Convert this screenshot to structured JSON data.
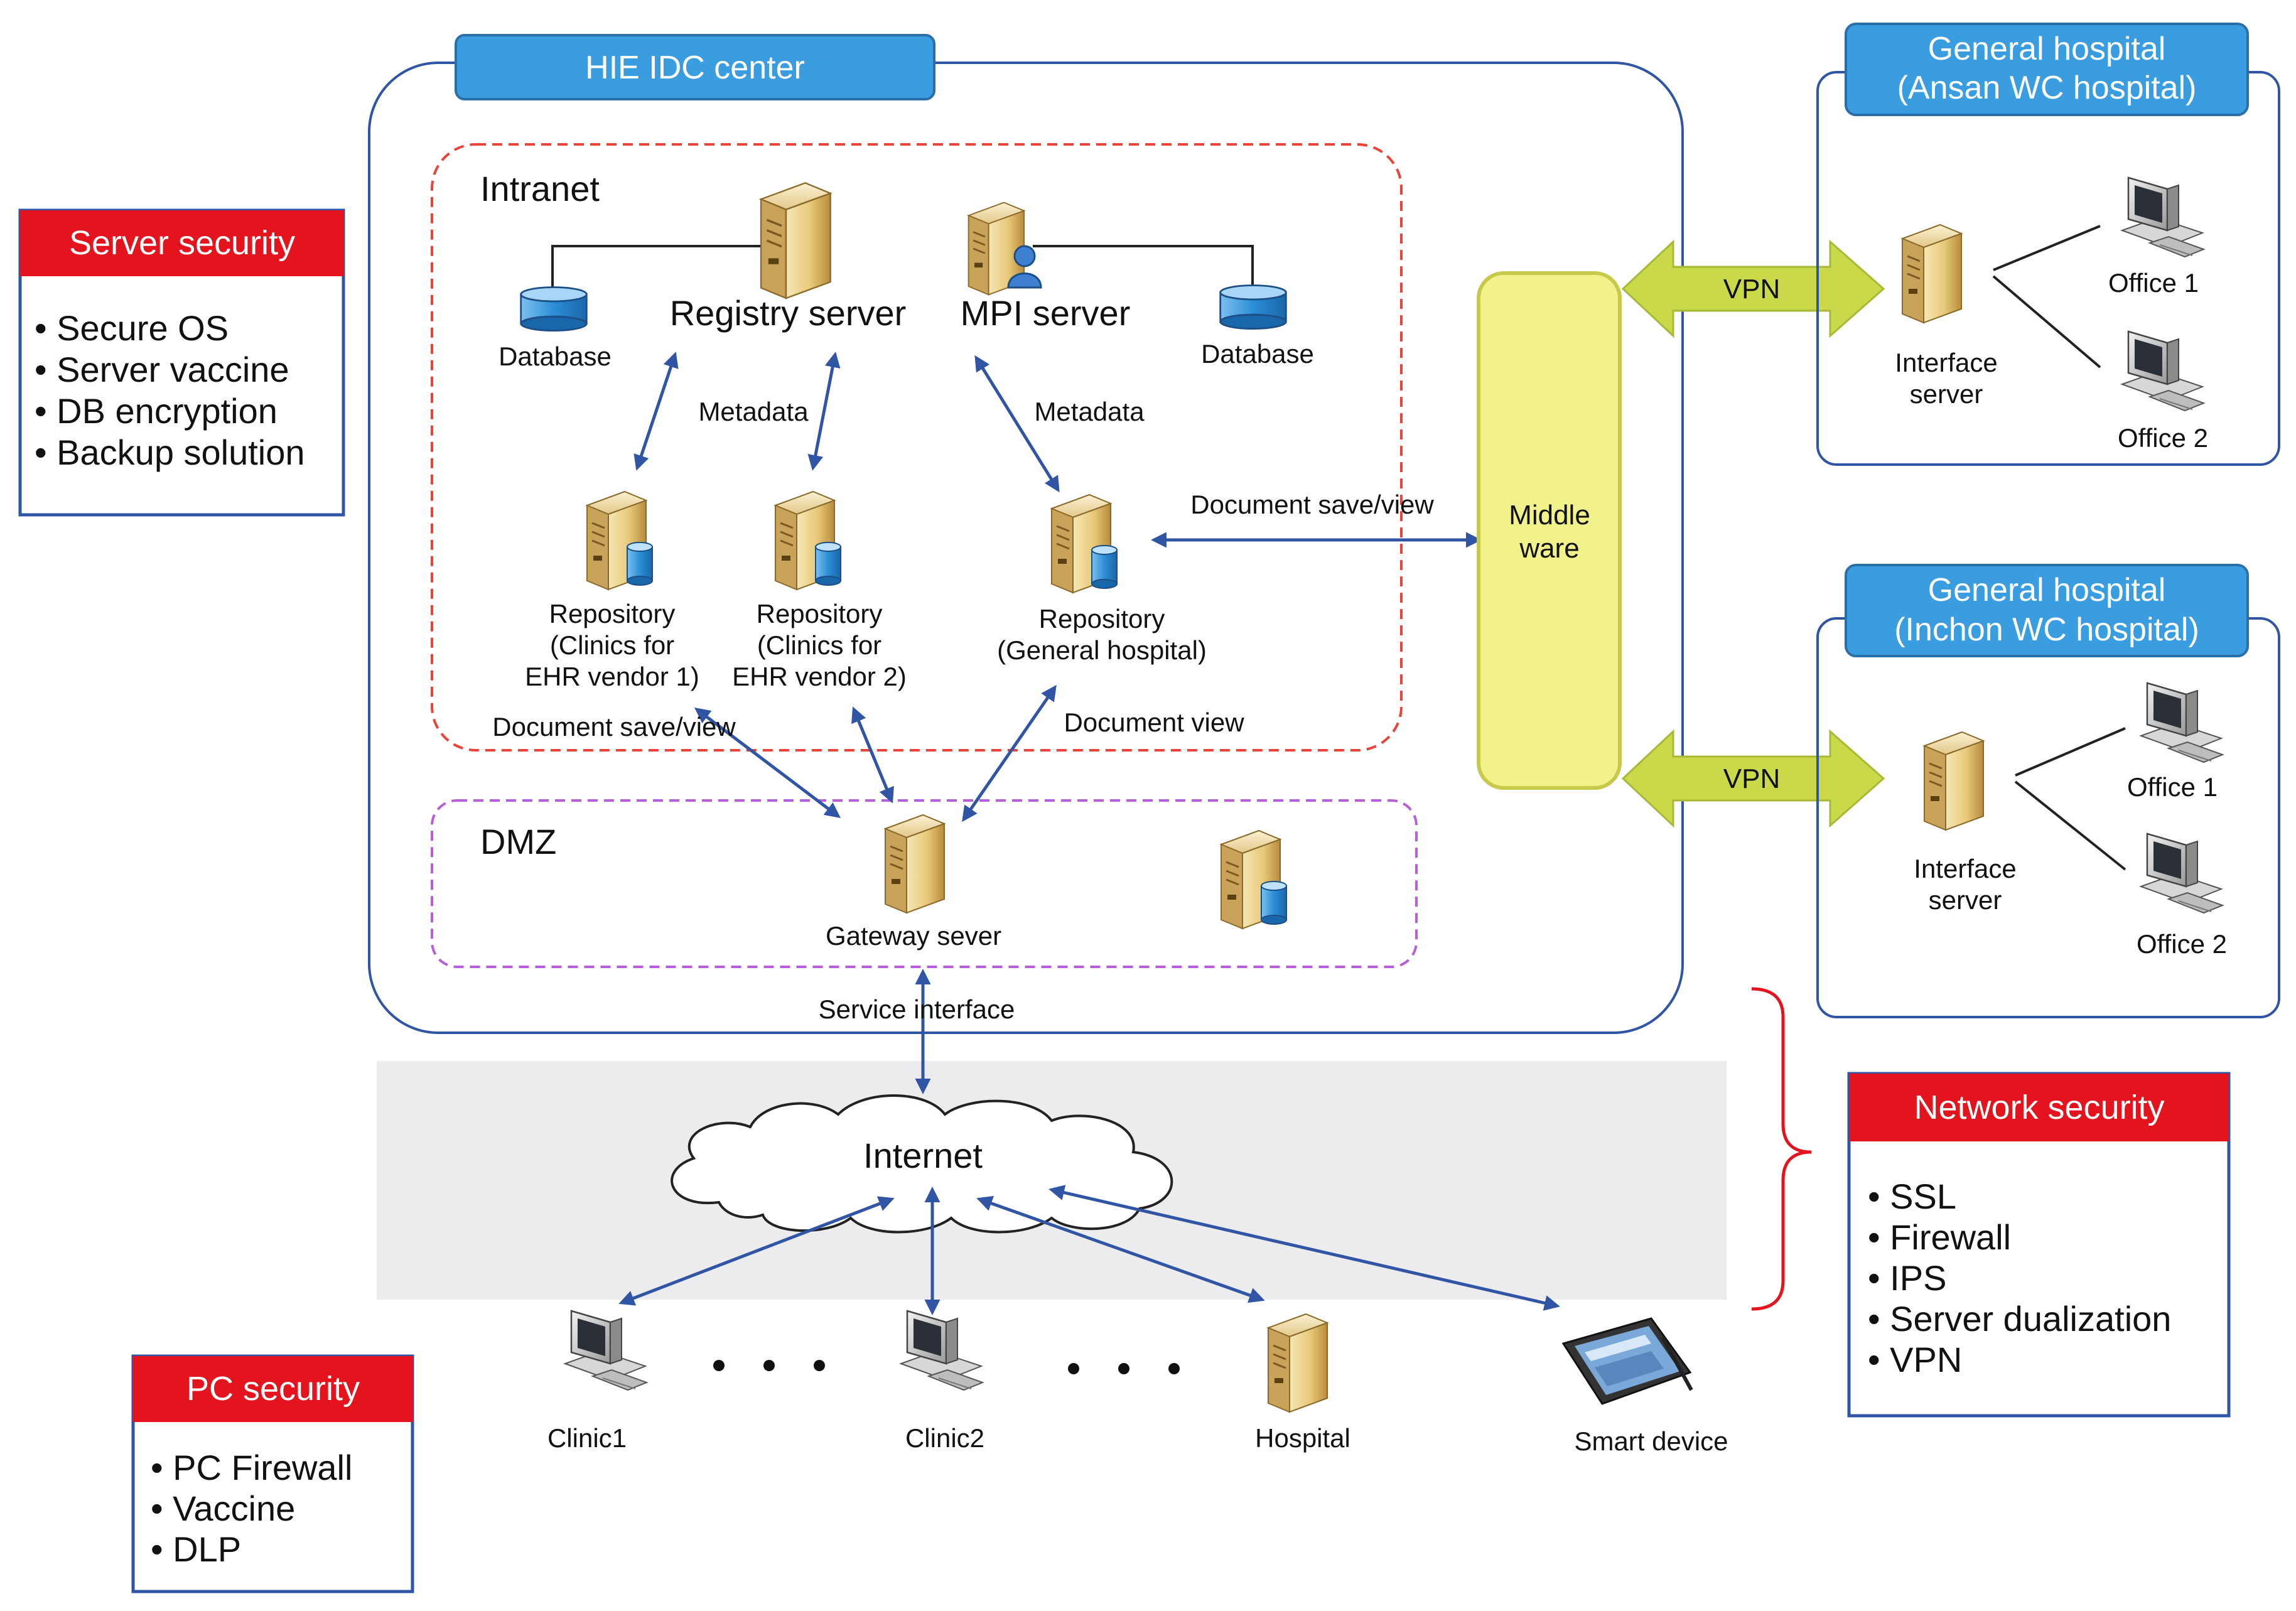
{
  "hie": {
    "title": "HIE IDC center",
    "intranet_label": "Intranet",
    "dmz_label": "DMZ",
    "database_left": "Database",
    "database_right": "Database",
    "registry_server": "Registry server",
    "mpi_server": "MPI server",
    "metadata_1": "Metadata",
    "metadata_2": "Metadata",
    "repo1_line1": "Repository",
    "repo1_line2": "(Clinics for",
    "repo1_line3": "EHR vendor 1)",
    "repo2_line1": "Repository",
    "repo2_line2": "(Clinics for",
    "repo2_line3": "EHR vendor 2)",
    "repo3_line1": "Repository",
    "repo3_line2": "(General hospital)",
    "doc_save_view_left": "Document save/view",
    "doc_view": "Document view",
    "doc_save_view_right": "Document save/view",
    "gateway": "Gateway sever",
    "service_interface": "Service interface"
  },
  "middleware": {
    "line1": "Middle",
    "line2": "ware"
  },
  "vpn": {
    "top": "VPN",
    "bottom": "VPN"
  },
  "hospital_ansan": {
    "title_line1": "General hospital",
    "title_line2": "(Ansan WC hospital)",
    "server_line1": "Interface",
    "server_line2": "server",
    "office1": "Office 1",
    "office2": "Office 2"
  },
  "hospital_inchon": {
    "title_line1": "General hospital",
    "title_line2": "(Inchon WC hospital)",
    "server_line1": "Interface",
    "server_line2": "server",
    "office1": "Office 1",
    "office2": "Office 2"
  },
  "internet": {
    "label": "Internet"
  },
  "clients": {
    "clinic1": "Clinic1",
    "clinic2": "Clinic2",
    "hospital": "Hospital",
    "smart_device": "Smart device"
  },
  "server_security": {
    "title": "Server security",
    "items": [
      "Secure OS",
      "Server vaccine",
      "DB encryption",
      "Backup solution"
    ]
  },
  "network_security": {
    "title": "Network security",
    "items": [
      "SSL",
      "Firewall",
      "IPS",
      "Server dualization",
      "VPN"
    ]
  },
  "pc_security": {
    "title": "PC security",
    "items": [
      "PC Firewall",
      "Vaccine",
      "DLP"
    ]
  },
  "colors": {
    "blue_tab": "#3a9de0",
    "red_tab": "#e3141d",
    "arrow": "#2f55a4",
    "vpn_green": "#c9d94a",
    "middleware": "#f2f28a",
    "intranet_border": "#e8443a",
    "dmz_border": "#b65fd8",
    "internet_band": "#ececee"
  }
}
